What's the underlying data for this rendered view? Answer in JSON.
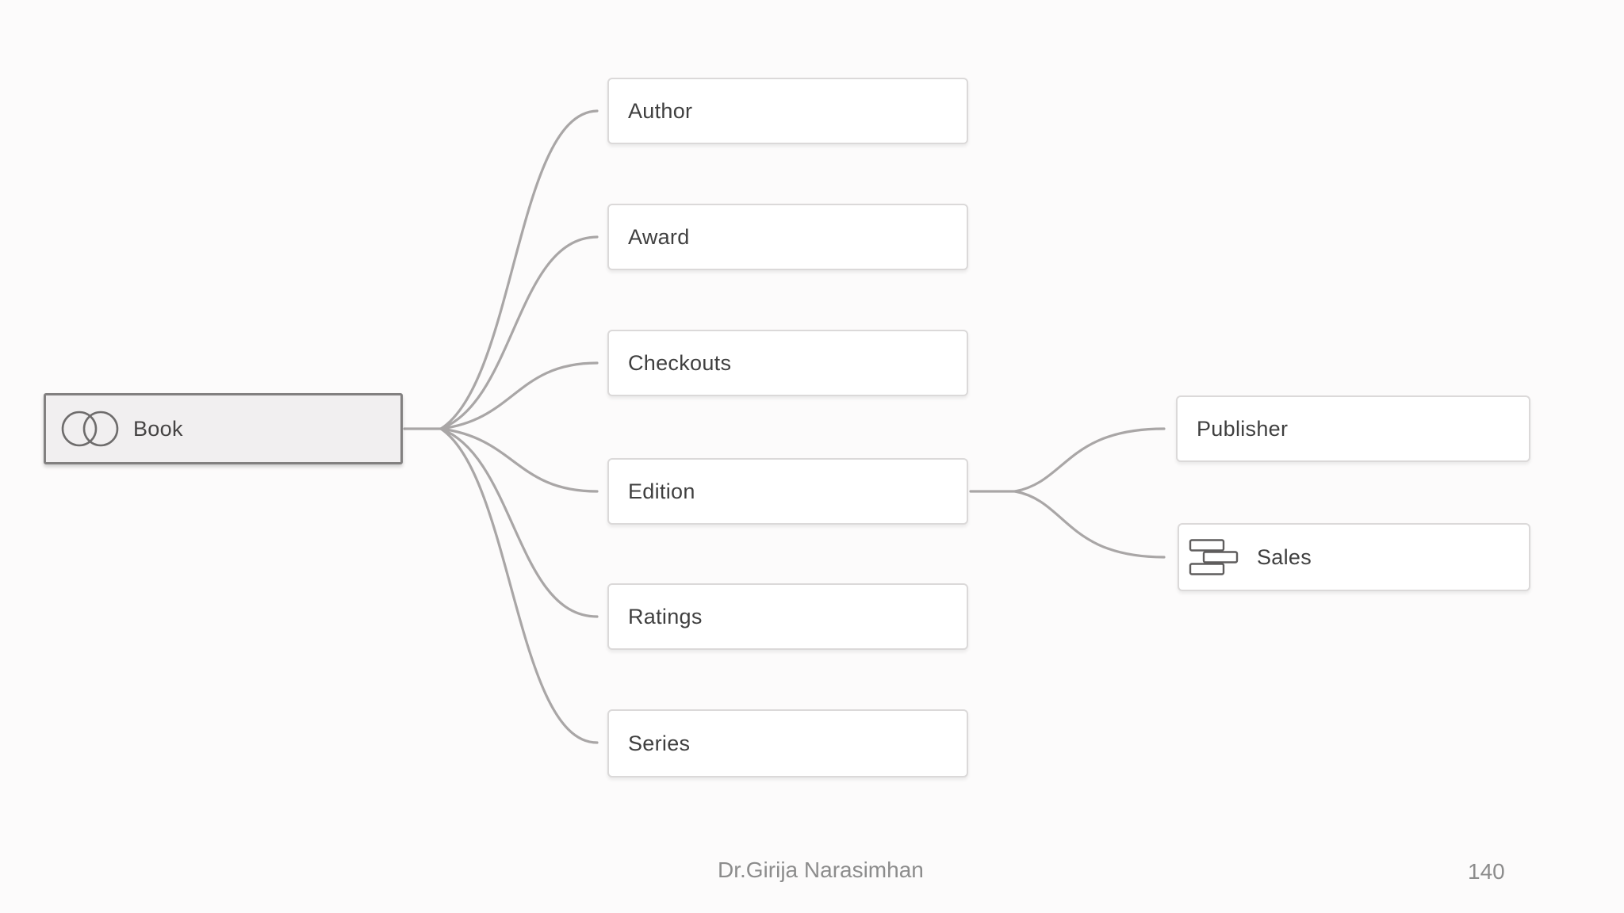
{
  "slide": {
    "footer_author": "Dr.Girija Narasimhan",
    "page_number": "140"
  },
  "diagram": {
    "root": {
      "label": "Book",
      "icon": "venn-overlapping-circles"
    },
    "children": [
      {
        "label": "Author"
      },
      {
        "label": "Award"
      },
      {
        "label": "Checkouts"
      },
      {
        "label": "Edition"
      },
      {
        "label": "Ratings"
      },
      {
        "label": "Series"
      }
    ],
    "edition_children": [
      {
        "label": "Publisher"
      },
      {
        "label": "Sales",
        "icon": "stacked-blocks"
      }
    ],
    "colors": {
      "connector": "#a9a6a6",
      "child_border": "#dbd9d9",
      "root_border": "#828080",
      "root_fill": "#f1eff0",
      "text": "#3f3f3f",
      "footer_text": "#8c8c8c"
    }
  }
}
